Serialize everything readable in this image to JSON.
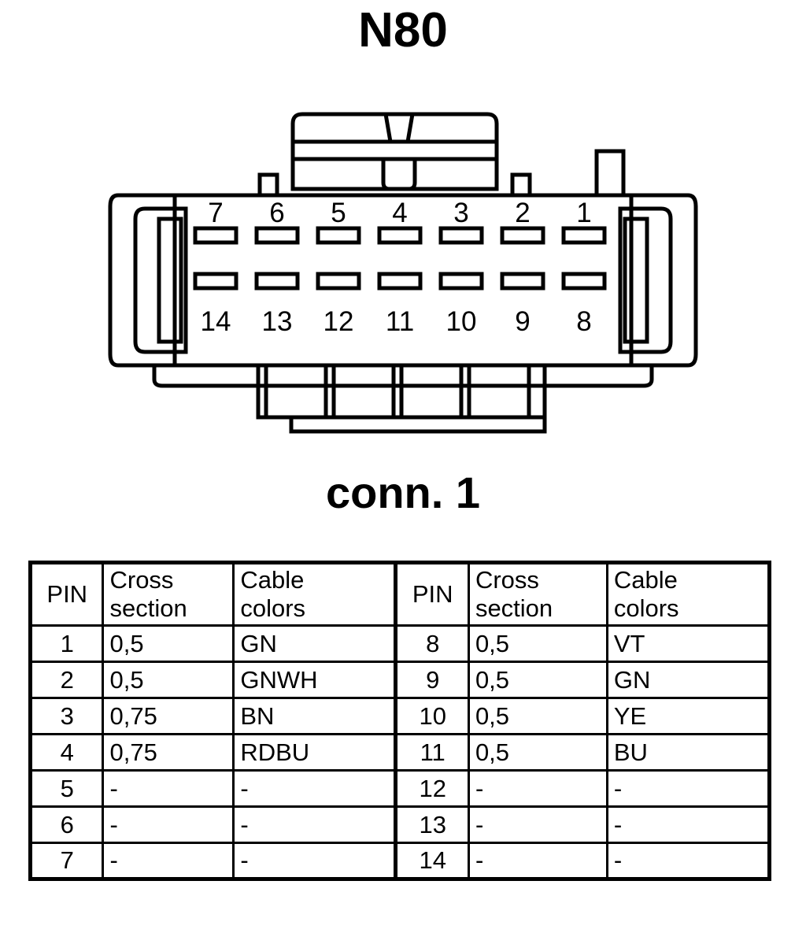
{
  "title": "N80",
  "connector": {
    "label": "conn. 1",
    "top_row_pins": [
      "7",
      "6",
      "5",
      "4",
      "3",
      "2",
      "1"
    ],
    "bottom_row_pins": [
      "14",
      "13",
      "12",
      "11",
      "10",
      "9",
      "8"
    ],
    "pin_count": 14,
    "line_color": "#000000",
    "fill_color": "#ffffff"
  },
  "table": {
    "headers_left": {
      "pin": "PIN",
      "cross_section": "Cross section",
      "cable_colors": "Cable colors"
    },
    "headers_right": {
      "pin": "PIN",
      "cross_section": "Cross section",
      "cable_colors": "Cable colors"
    },
    "header_lines": {
      "pin": "PIN",
      "cross_1": "Cross",
      "cross_2": "section",
      "cable_1": "Cable",
      "cable_2": "colors"
    },
    "rows_left": [
      {
        "pin": "1",
        "cross_section": "0,5",
        "cable_colors": "GN"
      },
      {
        "pin": "2",
        "cross_section": "0,5",
        "cable_colors": "GNWH"
      },
      {
        "pin": "3",
        "cross_section": "0,75",
        "cable_colors": "BN"
      },
      {
        "pin": "4",
        "cross_section": "0,75",
        "cable_colors": "RDBU"
      },
      {
        "pin": "5",
        "cross_section": "-",
        "cable_colors": "-"
      },
      {
        "pin": "6",
        "cross_section": "-",
        "cable_colors": "-"
      },
      {
        "pin": "7",
        "cross_section": "-",
        "cable_colors": "-"
      }
    ],
    "rows_right": [
      {
        "pin": "8",
        "cross_section": "0,5",
        "cable_colors": "VT"
      },
      {
        "pin": "9",
        "cross_section": "0,5",
        "cable_colors": "GN"
      },
      {
        "pin": "10",
        "cross_section": "0,5",
        "cable_colors": "YE"
      },
      {
        "pin": "11",
        "cross_section": "0,5",
        "cable_colors": "BU"
      },
      {
        "pin": "12",
        "cross_section": "-",
        "cable_colors": "-"
      },
      {
        "pin": "13",
        "cross_section": "-",
        "cable_colors": "-"
      },
      {
        "pin": "14",
        "cross_section": "-",
        "cable_colors": "-"
      }
    ]
  }
}
